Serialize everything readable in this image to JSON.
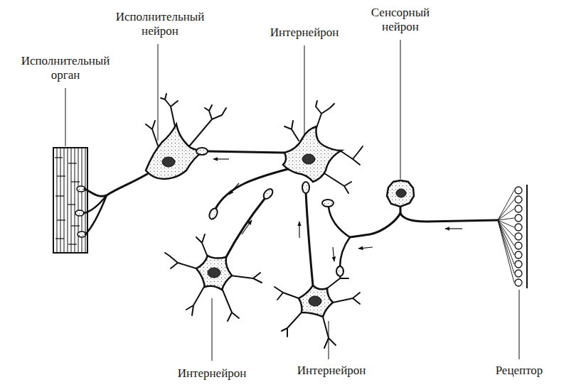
{
  "diagram": {
    "labels": [
      "Исполнительный нейрон",
      "Сенсорный нейрон",
      "Интернейрон",
      "Исполнительный орган",
      "Интернейрон",
      "Интернейрон",
      "Рецептор"
    ]
  }
}
